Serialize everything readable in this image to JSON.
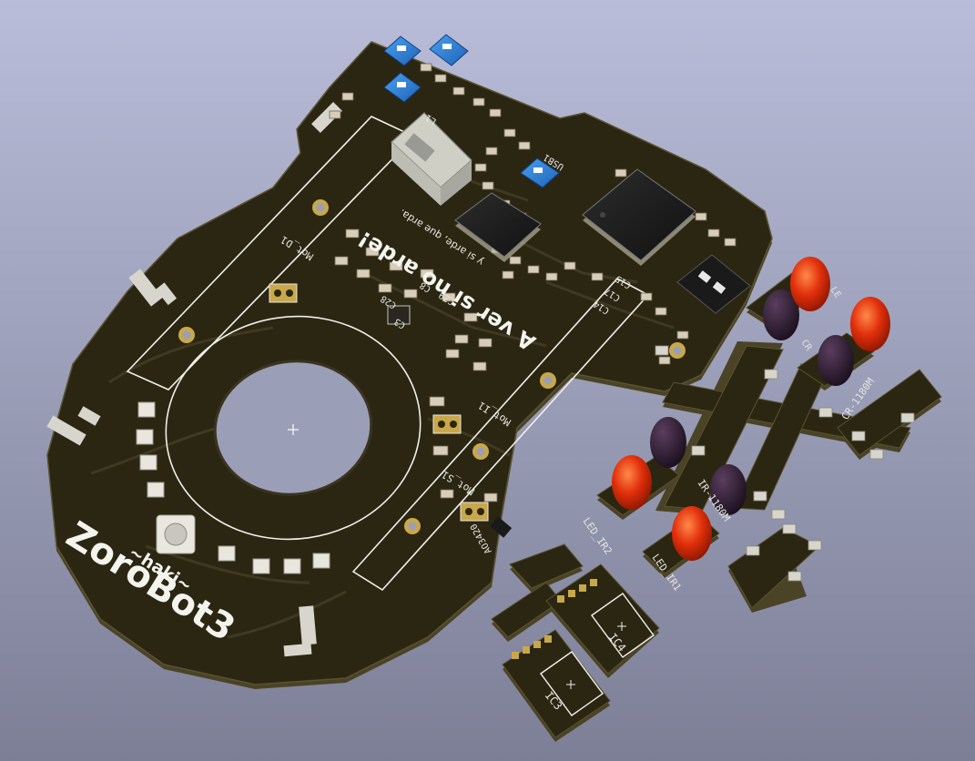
{
  "colors": {
    "background_top": "#b9bdd9",
    "background_bottom": "#7c7f96",
    "board": "#2b2612",
    "board_edge": "#4a4326",
    "silkscreen": "#f2f2ee",
    "copper_trace": "#3b3520",
    "pad_gold": "#c8a84a",
    "smd_body": "#d8cdb8",
    "ic_body": "#1e1e1e",
    "jumper_blue": "#2f7fd6",
    "led_red": "#e2300c",
    "sensor_dark": "#2a1a2e"
  },
  "silkscreen": {
    "board_name": "ZoroBot3",
    "tagline": "~haki~",
    "slogan": "A ver si no arde!",
    "slogan_small": "y si arde, que arda.",
    "ref_mot_d1": "Mot_D1",
    "ref_mot_i1": "Mot_I1",
    "ref_mot_s1": "Mot_S1",
    "ref_c28": "C28",
    "ref_c29": "C29",
    "ref_c3": "C3",
    "ref_c8": "C8",
    "ref_c14": "C14",
    "ref_c17": "C17",
    "ref_c15": "C15",
    "ref_l1": "L1",
    "ref_usb1": "USB1",
    "ref_ao3420": "AO3420",
    "ref_led_ir2": "LED_IR2",
    "ref_led_ir1": "LED_IR1",
    "ref_cr_sensor": "CR-1180M",
    "ref_ir_sensor": "IR-1180M",
    "ref_ic3": "IC3",
    "ref_ic4": "IC4",
    "ref_cr": "CR",
    "ref_le": "LE"
  },
  "icons": {
    "origin_marker": "crosshair-icon"
  }
}
